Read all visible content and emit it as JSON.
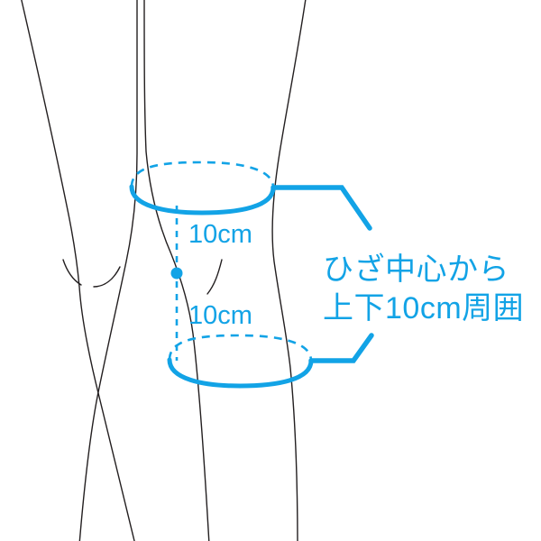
{
  "figure": {
    "title": "knee-measurement-diagram",
    "background_color": "#ffffff"
  },
  "colors": {
    "accent_blue": "#12a3e6",
    "outline_black": "#231f20"
  },
  "dimension_labels": {
    "upper": "10cm",
    "lower": "10cm"
  },
  "callout": {
    "line1": "ひざ中心から",
    "line2": "上下10cm周囲"
  },
  "annotations": {
    "center_point_name": "knee-center-point",
    "upper_band_name": "upper-circumference-ring",
    "lower_band_name": "lower-circumference-ring"
  }
}
